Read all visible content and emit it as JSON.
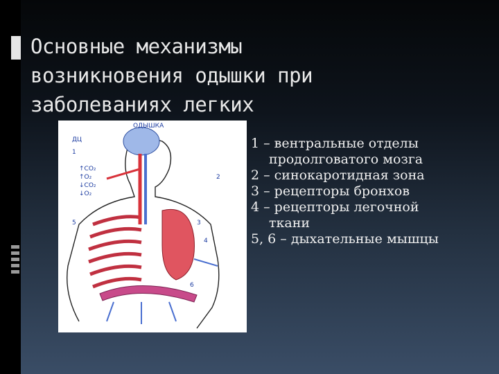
{
  "slide": {
    "title": "Основные механизмы\nвозникновения одышки при\nзаболеваниях легких",
    "legend": [
      "1 – вентральные отделы продолговатого мозга",
      "2 – синокаротидная зона",
      "3 – рецепторы бронхов",
      "4 – рецепторы легочной ткани",
      "5, 6 – дыхательные мышцы"
    ]
  },
  "figure": {
    "top_label": "ОДЫШКА",
    "center_label": "ДЦ",
    "gas_labels": [
      "↑CO₂",
      "↑O₂",
      "↓CO₂",
      "↓O₂"
    ],
    "numbers": [
      "1",
      "2",
      "3",
      "4",
      "5",
      "6"
    ]
  },
  "colors": {
    "accent": "#e6e6e6",
    "artery": "#d8323a",
    "vein": "#4a6fd0",
    "lung": "#c03040"
  }
}
